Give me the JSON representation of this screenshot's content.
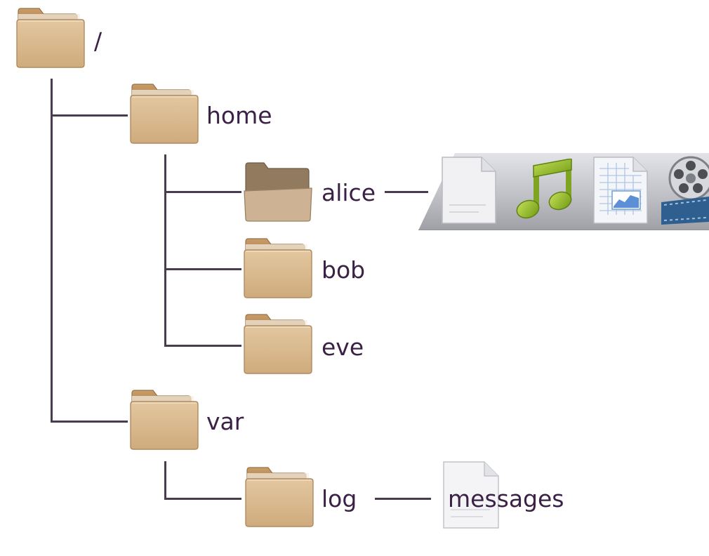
{
  "tree": {
    "root": {
      "label": "/"
    },
    "home": {
      "label": "home",
      "children": {
        "alice": {
          "label": "alice"
        },
        "bob": {
          "label": "bob"
        },
        "eve": {
          "label": "eve"
        }
      }
    },
    "var": {
      "label": "var",
      "children": {
        "log": {
          "label": "log",
          "file": {
            "label": "messages"
          }
        }
      }
    }
  },
  "alice_files": {
    "icons": [
      "document-icon",
      "music-note-icon",
      "spreadsheet-icon",
      "film-reel-icon"
    ]
  },
  "colors": {
    "folder_front": "#d8b98d",
    "folder_back": "#b3875a",
    "open_folder_back": "#8e7458",
    "line": "#4a3c4e",
    "label": "#3b2146",
    "shelf": "#c9cbd0"
  }
}
